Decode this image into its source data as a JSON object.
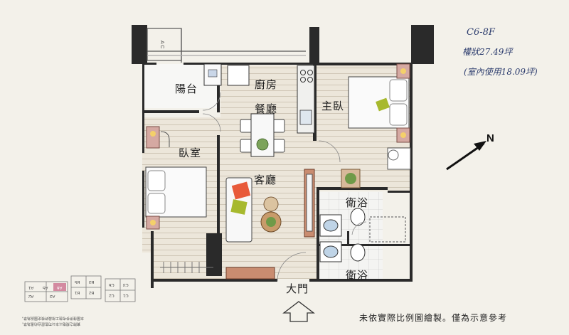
{
  "rooms": {
    "balcony": "陽台",
    "kitchen": "廚房",
    "dining": "餐廳",
    "master_bedroom": "主臥",
    "bedroom": "臥室",
    "living_room": "客廳",
    "bathroom_1": "衛浴",
    "bathroom_2": "衛浴",
    "entrance": "大門"
  },
  "handwritten": {
    "unit_code": "C6-8F",
    "total_area": "權狀27.49坪",
    "indoor_area": "(室內使用18.09坪)"
  },
  "compass": {
    "label": "N"
  },
  "caption": "未依實際比例圖繪製。僅為示意參考",
  "key_plan": {
    "units": [
      "A1",
      "A2",
      "A3",
      "A5",
      "A6",
      "B1",
      "B2",
      "B3",
      "B5",
      "C1",
      "C2",
      "C3",
      "C5",
      "C6"
    ],
    "highlighted": "A6"
  },
  "notes": {
    "line1": "本圖僅供參考施工依最終核定圖說為準，",
    "line2": "實際之規格以本公司售屋合約書為準。"
  },
  "colors": {
    "accent": "#c47a8a",
    "wall": "#2a2a2a",
    "wood": "#e8dcc8"
  }
}
